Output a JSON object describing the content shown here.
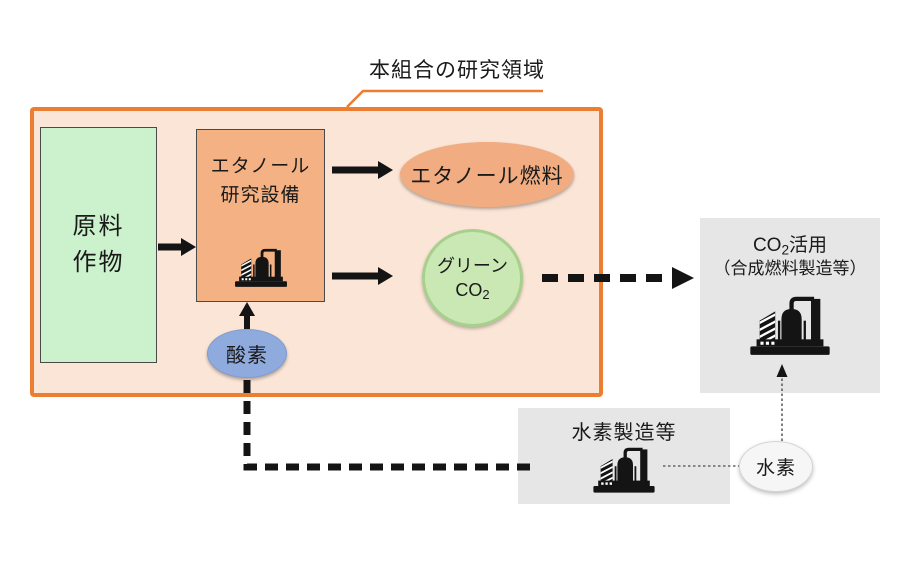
{
  "title": "本組合の研究領域",
  "nodes": {
    "raw_crop": {
      "line1": "原料",
      "line2": "作物"
    },
    "ethanol_facility": {
      "line1": "エタノール",
      "line2": "研究設備"
    },
    "ethanol_fuel": {
      "label": "エタノール燃料"
    },
    "green_co2": {
      "line1": "グリーン",
      "co": "CO",
      "sub": "2"
    },
    "oxygen": {
      "label": "酸素"
    },
    "co2_use": {
      "co": "CO",
      "sub": "2",
      "rest": "活用",
      "line2": "（合成燃料製造等）"
    },
    "h2_production": {
      "label": "水素製造等"
    },
    "hydrogen": {
      "label": "水素"
    }
  },
  "icons": {
    "factory": "industrial-plant-icon"
  },
  "colors": {
    "outer_border": "#ED7D31",
    "outer_fill": "#FBE5D6",
    "facility_fill": "#F4B183",
    "fuel_fill": "#F1AD81",
    "crop_fill": "#CBF2CC",
    "green_co2_fill": "#CAE8B4",
    "green_co2_border": "#A8D08D",
    "oxygen_fill": "#8FAADC",
    "gray_fill": "#E7E6E6",
    "hydrogen_fill": "#F6F6F6",
    "arrow": "#141414"
  }
}
